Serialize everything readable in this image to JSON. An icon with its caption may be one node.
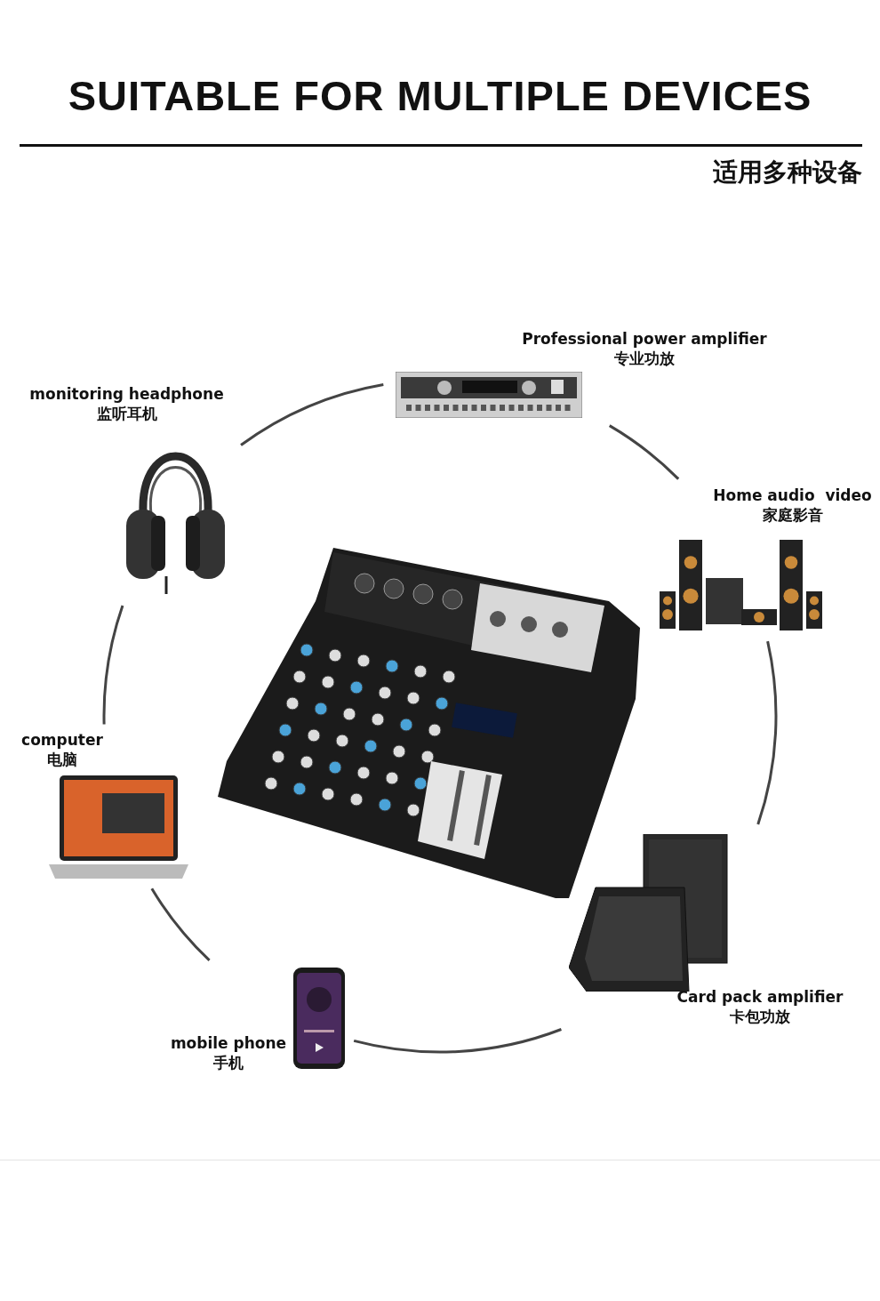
{
  "diagram": {
    "title": "SUITABLE FOR MULTIPLE DEVICES",
    "nodes": [
      {
        "text": [
          "monitoring headphone",
          "监听耳机"
        ]
      },
      {
        "text": [
          "Professional power amplifier",
          "专业功放"
        ]
      },
      {
        "text": [
          "Home audio  video",
          "家庭影音"
        ]
      },
      {
        "text": [
          "Card pack amplifier",
          "卡包功放"
        ]
      },
      {
        "text": [
          "mobile phone",
          "手机"
        ]
      },
      {
        "text": [
          "computer",
          "电脑"
        ]
      },
      {
        "text": [],
        "shape": "picture"
      }
    ],
    "edges": [
      {
        "from": 0,
        "to": 1,
        "arrow": "none"
      },
      {
        "from": 1,
        "to": 2,
        "arrow": "none"
      },
      {
        "from": 2,
        "to": 3,
        "arrow": "none"
      },
      {
        "from": 3,
        "to": 4,
        "arrow": "none"
      },
      {
        "from": 4,
        "to": 5,
        "arrow": "none"
      },
      {
        "from": 5,
        "to": 0,
        "arrow": "none"
      }
    ],
    "labels": [
      "适用多种设备"
    ]
  }
}
